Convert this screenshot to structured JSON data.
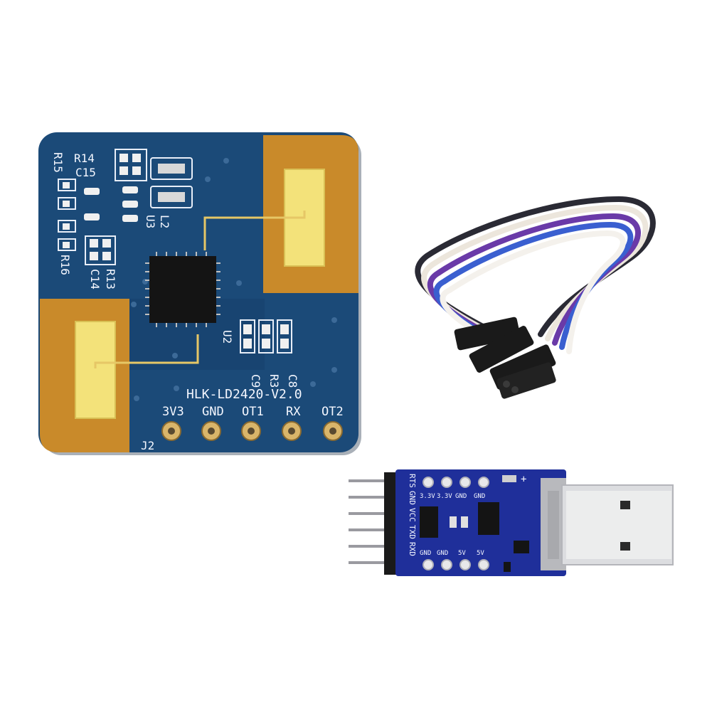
{
  "radar_module": {
    "board_name": "HLK-LD2420-V2.0",
    "header_label": "J2",
    "pins": [
      "3V3",
      "GND",
      "OT1",
      "RX",
      "OT2"
    ],
    "component_labels": {
      "r14": "R14",
      "c15": "C15",
      "r15": "R15",
      "r16": "R16",
      "r13": "R13",
      "c14": "C14",
      "l2": "L2",
      "u3": "U3",
      "u2": "U2",
      "c9": "C9",
      "r3": "R3",
      "c8": "C8"
    },
    "colors": {
      "pcb": "#1b4a78",
      "antenna_copper": "#c98a2a",
      "antenna_gold": "#f3e27a"
    }
  },
  "jumper_cable": {
    "wire_colors": [
      "#2a2a34",
      "#ece6dc",
      "#6a3aa8",
      "#3a5fd0",
      "#f4f1ec"
    ],
    "connector_color": "#1a1a1a"
  },
  "usb_adapter": {
    "top_labels": [
      "3.3V",
      "3.3V",
      "GND",
      "GND"
    ],
    "bottom_labels": [
      "GND",
      "GND",
      "5V",
      "5V"
    ],
    "side_pins": [
      "RXD",
      "TXD",
      "VCC",
      "GND",
      "RTS"
    ],
    "plus_mark": "+",
    "colors": {
      "pcb": "#1f2f9a",
      "usb_shell": "#dcdde0"
    }
  }
}
